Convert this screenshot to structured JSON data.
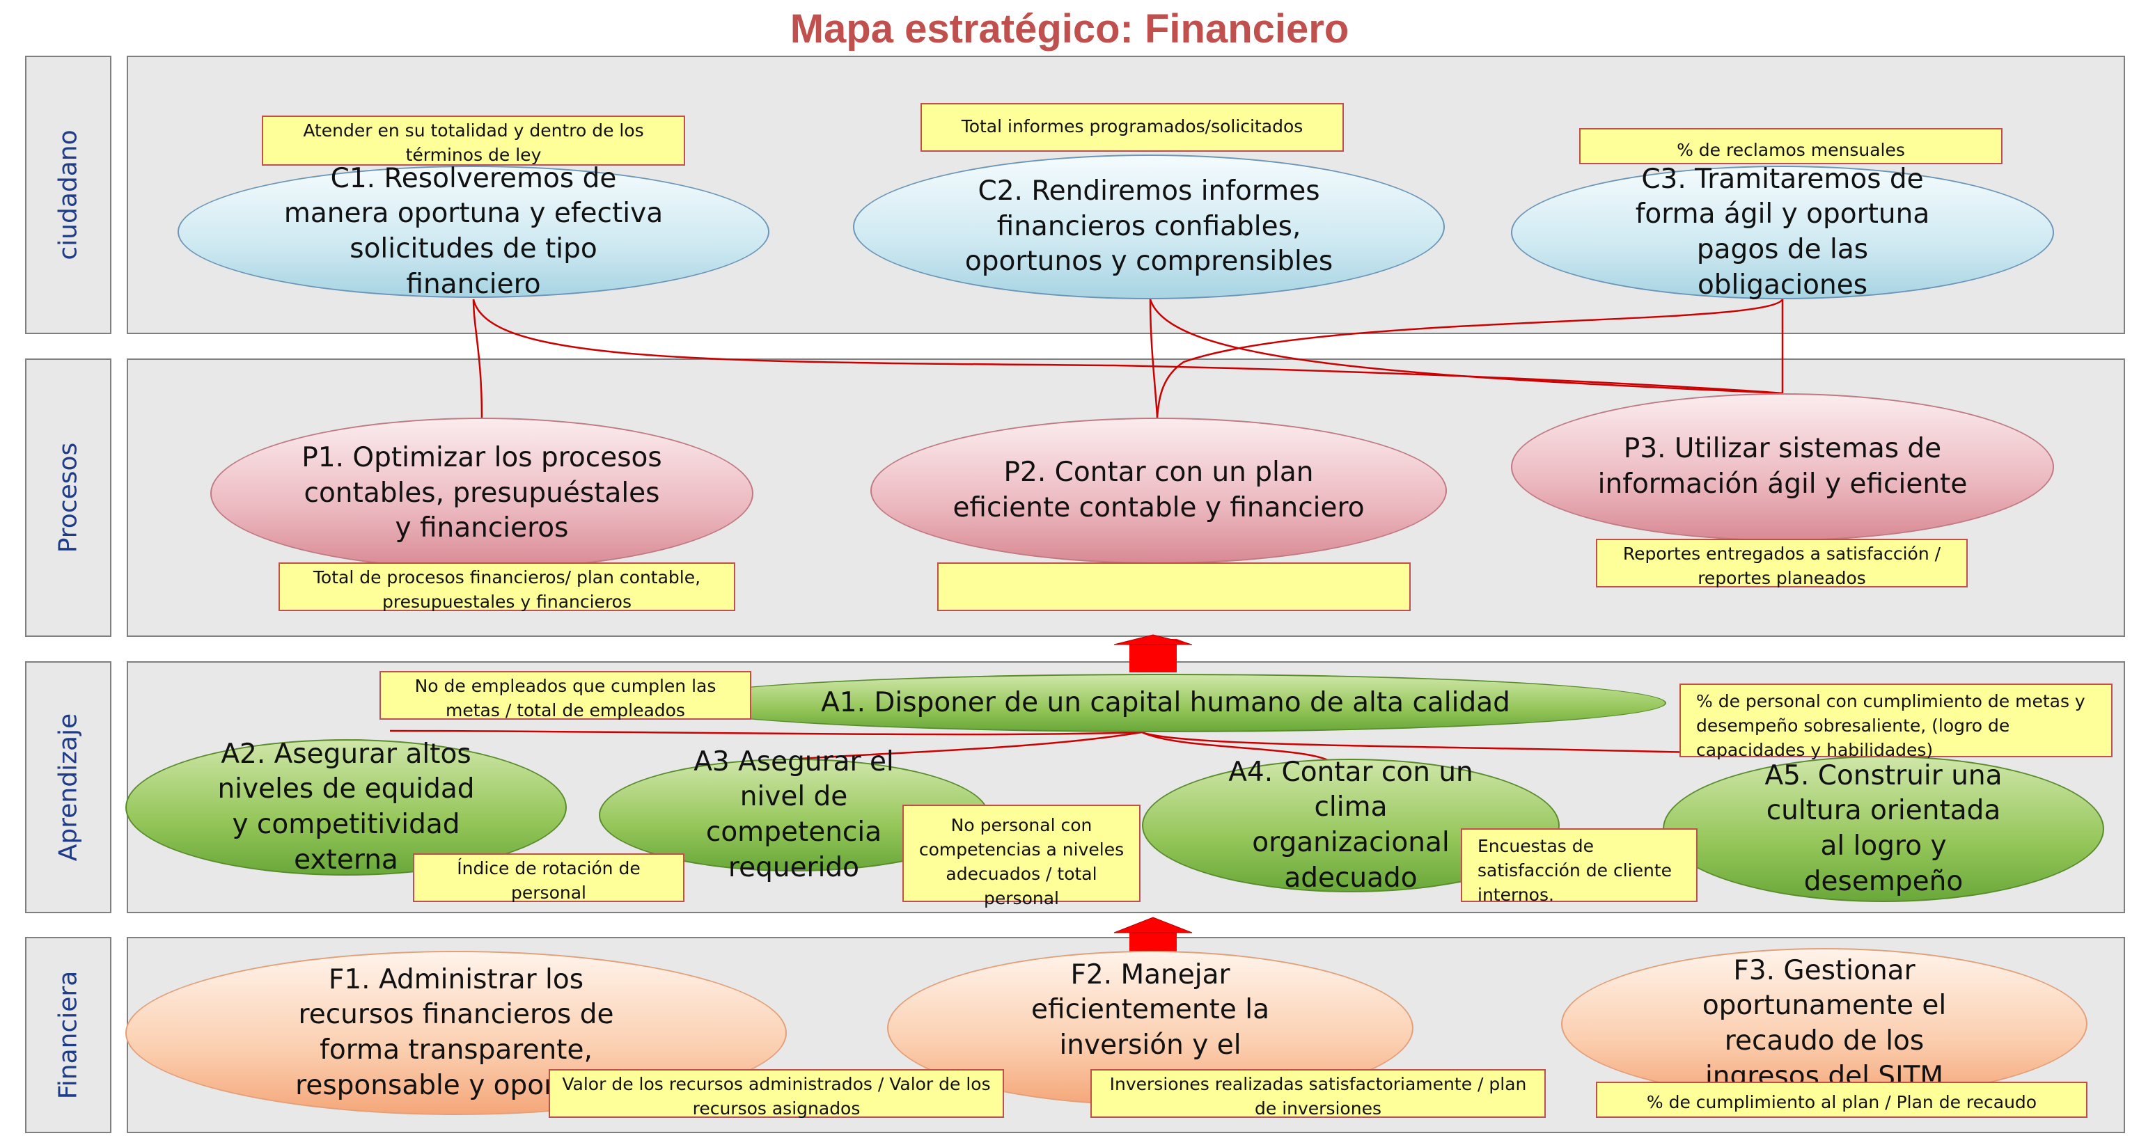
{
  "title": "Mapa estratégico: Financiero",
  "perspectives": {
    "ciudadano": "ciudadano",
    "procesos": "Procesos",
    "aprendizaje": "Aprendizaje",
    "financiera": "Financiera"
  },
  "colors": {
    "title": "#c0504d",
    "links": "#cc0000",
    "arrows": "#ff0000",
    "notes": "#ffff99"
  },
  "objectives": {
    "c1": "C1. Resolveremos de manera oportuna y efectiva solicitudes de tipo financiero",
    "c2": "C2. Rendiremos  informes financieros confiables, oportunos y comprensibles",
    "c3": "C3. Tramitaremos de forma  ágil y oportuna pagos de las obligaciones",
    "p1": "P1. Optimizar los procesos contables, presupuéstales y financieros",
    "p2": "P2. Contar con un plan eficiente contable y financiero",
    "p3": "P3. Utilizar sistemas de información ágil y eficiente",
    "a1": "A1. Disponer de un capital humano de alta calidad",
    "a2": "A2. Asegurar altos niveles de equidad y competitividad externa",
    "a3": "A3 Asegurar el nivel de competencia requerido",
    "a4": "A4. Contar con un clima organizacional adecuado",
    "a5": "A5. Construir una cultura orientada al logro y desempeño",
    "f1": "F1. Administrar los recursos financieros de forma transparente, responsable y oportuna",
    "f2": "F2. Manejar eficientemente la inversión y el gasto",
    "f3": "F3. Gestionar oportunamente el recaudo  de los ingresos del SITM"
  },
  "indicators": {
    "c1": "Atender en su totalidad y dentro de los términos de ley",
    "c2": "Total informes programados/solicitados",
    "c3": "% de reclamos mensuales",
    "p1": "Total de procesos financieros/ plan contable, presupuestales y  financieros",
    "p2": "",
    "p3": "Reportes entregados a satisfacción / reportes planeados",
    "a1": "No de empleados que cumplen las metas / total de empleados",
    "a2": "Índice de rotación de personal",
    "a3": "No  personal con competencias a niveles adecuados  / total personal",
    "a4": "Encuestas de satisfacción de cliente internos.",
    "a5": "% de personal con cumplimiento de metas y desempeño sobresaliente, (logro de capacidades y habilidades)",
    "f1": "Valor de los recursos administrados / Valor de los recursos asignados",
    "f2": "Inversiones realizadas satisfactoriamente /  plan de inversiones",
    "f3": "% de cumplimiento al plan / Plan de recaudo"
  }
}
